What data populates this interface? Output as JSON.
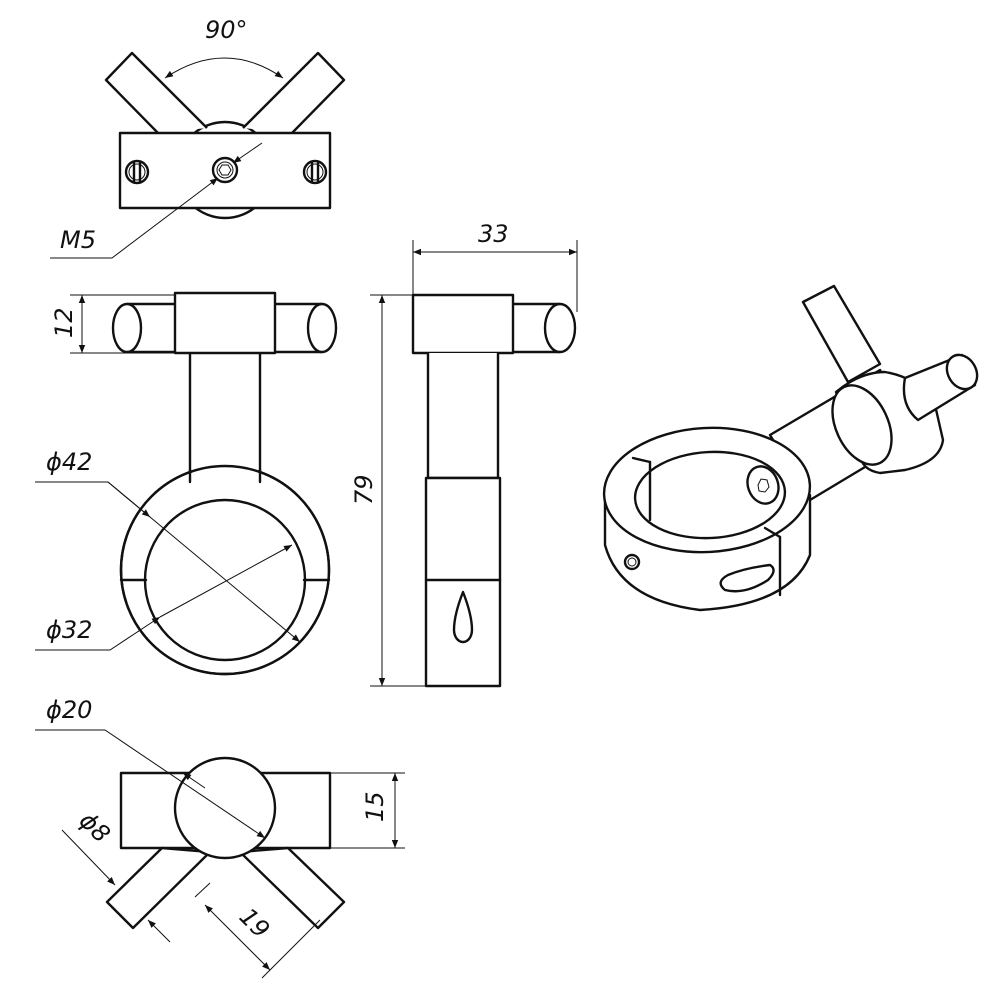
{
  "drawing": {
    "dimensions": {
      "angle": "90°",
      "thread": "M5",
      "width_side": "33",
      "pin_height": "12",
      "total_height": "79",
      "ring_outer": "ϕ42",
      "ring_inner": "ϕ32",
      "hub_diameter": "ϕ20",
      "pin_diameter": "ϕ8",
      "pin_length": "19",
      "hub_height": "15"
    },
    "colors": {
      "line": "#111111",
      "background": "#ffffff"
    }
  }
}
